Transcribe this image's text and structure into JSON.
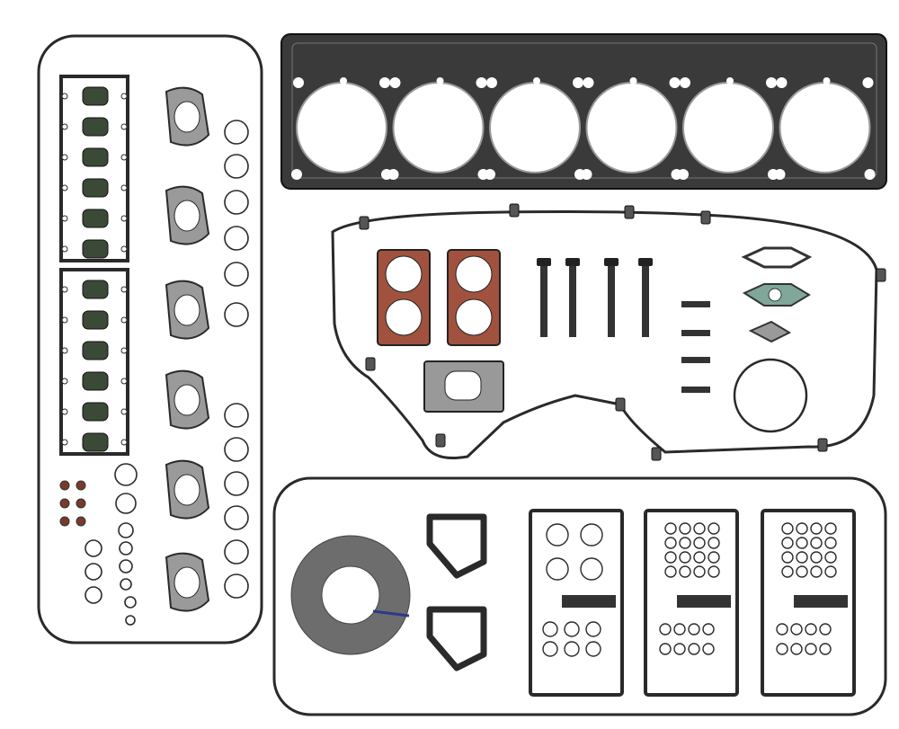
{
  "image": {
    "subject": "engine-gasket-set",
    "colors": {
      "background": "#ffffff",
      "gasket_dark": "#2a2a2a",
      "gasket_gray": "#8a8a8a",
      "gasket_red": "#a0523f",
      "gasket_green": "#7fa79a",
      "tape": "#6d6d6d",
      "injector_seal": "#3b4a36"
    },
    "counts": {
      "cylinder_bores": 6,
      "injector_seals": 12,
      "manifold_gaskets": 6,
      "head_bolts": 4
    }
  }
}
